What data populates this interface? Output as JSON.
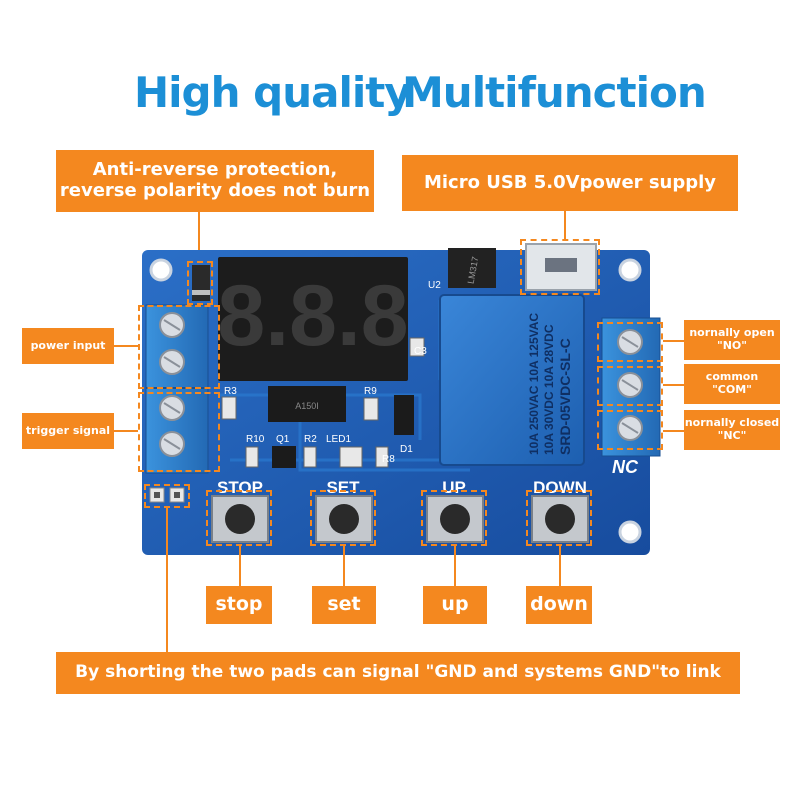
{
  "headline": {
    "left": "High quality",
    "right": "Multifunction"
  },
  "callouts": {
    "anti_reverse": [
      "Anti-reverse protection,",
      "reverse polarity does not burn"
    ],
    "usb": "Micro USB 5.0Vpower supply",
    "power_input": "power input",
    "trigger_signal": "trigger signal",
    "normally_open": [
      "nornally open",
      "\"NO\""
    ],
    "common": [
      "common",
      "\"COM\""
    ],
    "normally_closed": [
      "nornally closed",
      "\"NC\""
    ],
    "stop": "stop",
    "set": "set",
    "up": "up",
    "down": "down",
    "bottom": "By shorting the two pads can signal \"GND and systems GND\"to link"
  },
  "board": {
    "display_digits": "8.8.8",
    "buttons": [
      "STOP",
      "SET",
      "UP",
      "DOWN"
    ],
    "relay_lines": [
      "10A 250VAC  10A 125VAC",
      "10A 30VDC  10A 28VDC",
      "SRD-05VDC-SL-C"
    ],
    "ic_label": "A150I",
    "reg_label": "LM317",
    "nc_label": "NC",
    "silk": [
      "R3",
      "R10",
      "Q1",
      "R2",
      "LED1",
      "R9",
      "R8",
      "D1",
      "C3",
      "U2"
    ]
  },
  "colors": {
    "accent": "#f4881f",
    "headline": "#1c8fd6",
    "pcb": "#1f5fb8",
    "terminal": "#2f84cf"
  }
}
